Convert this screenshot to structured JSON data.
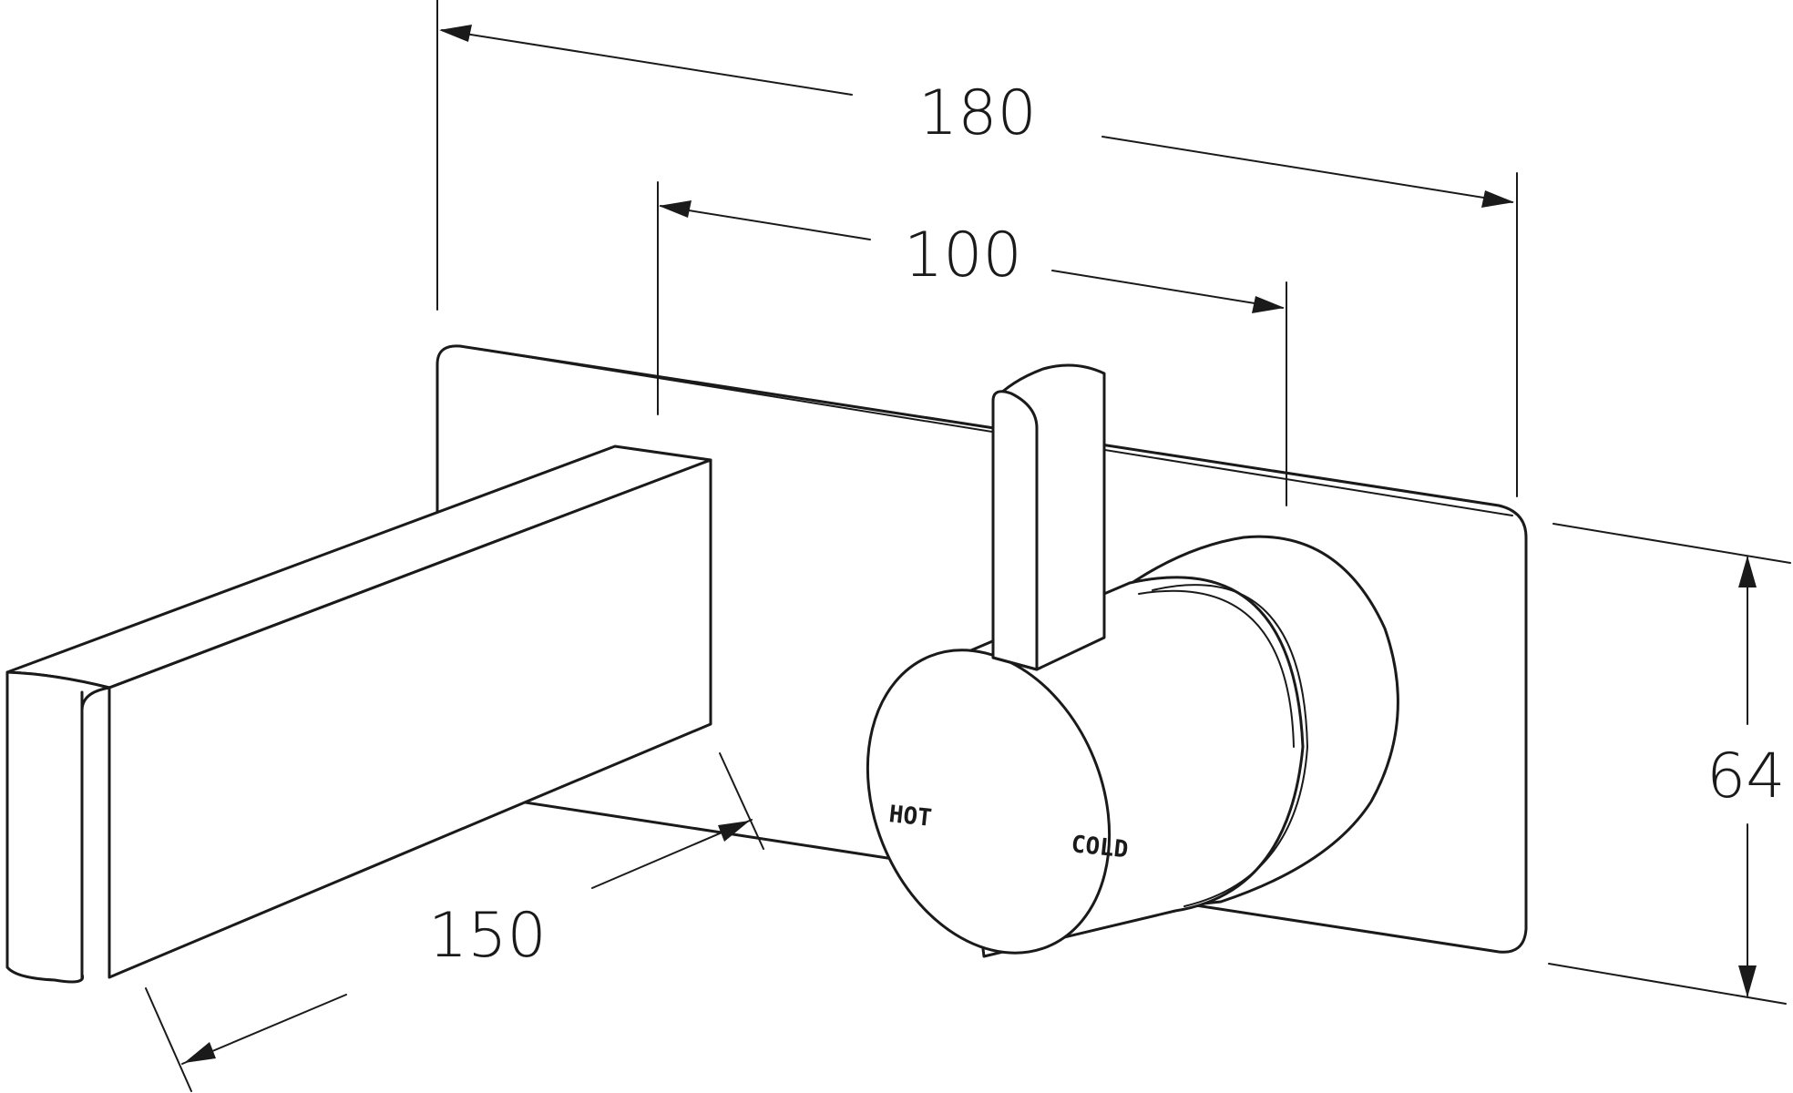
{
  "dimensions": {
    "overall_width": "180",
    "lever_spacing": "100",
    "spout_projection": "150",
    "plate_height": "64"
  },
  "handle_labels": {
    "hot": "HOT",
    "cold": "COLD"
  }
}
